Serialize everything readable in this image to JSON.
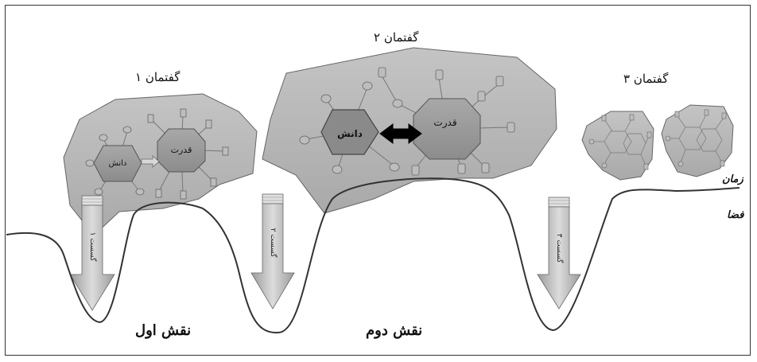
{
  "discourses": {
    "d1": {
      "title": "گفتمان ۱",
      "knowledge": "دانش",
      "power": "قدرت"
    },
    "d2": {
      "title": "گفتمان ۲",
      "knowledge": "دانش",
      "power": "قدرت"
    },
    "d3": {
      "title": "گفتمان ۳"
    }
  },
  "breaks": {
    "b1": "گسست ۱",
    "b2": "گسست ۲",
    "b3": "گسست ۳"
  },
  "roles": {
    "first": "نقش اول",
    "second": "نقش دوم"
  },
  "axes": {
    "time": "زمان",
    "space": "فضا"
  }
}
